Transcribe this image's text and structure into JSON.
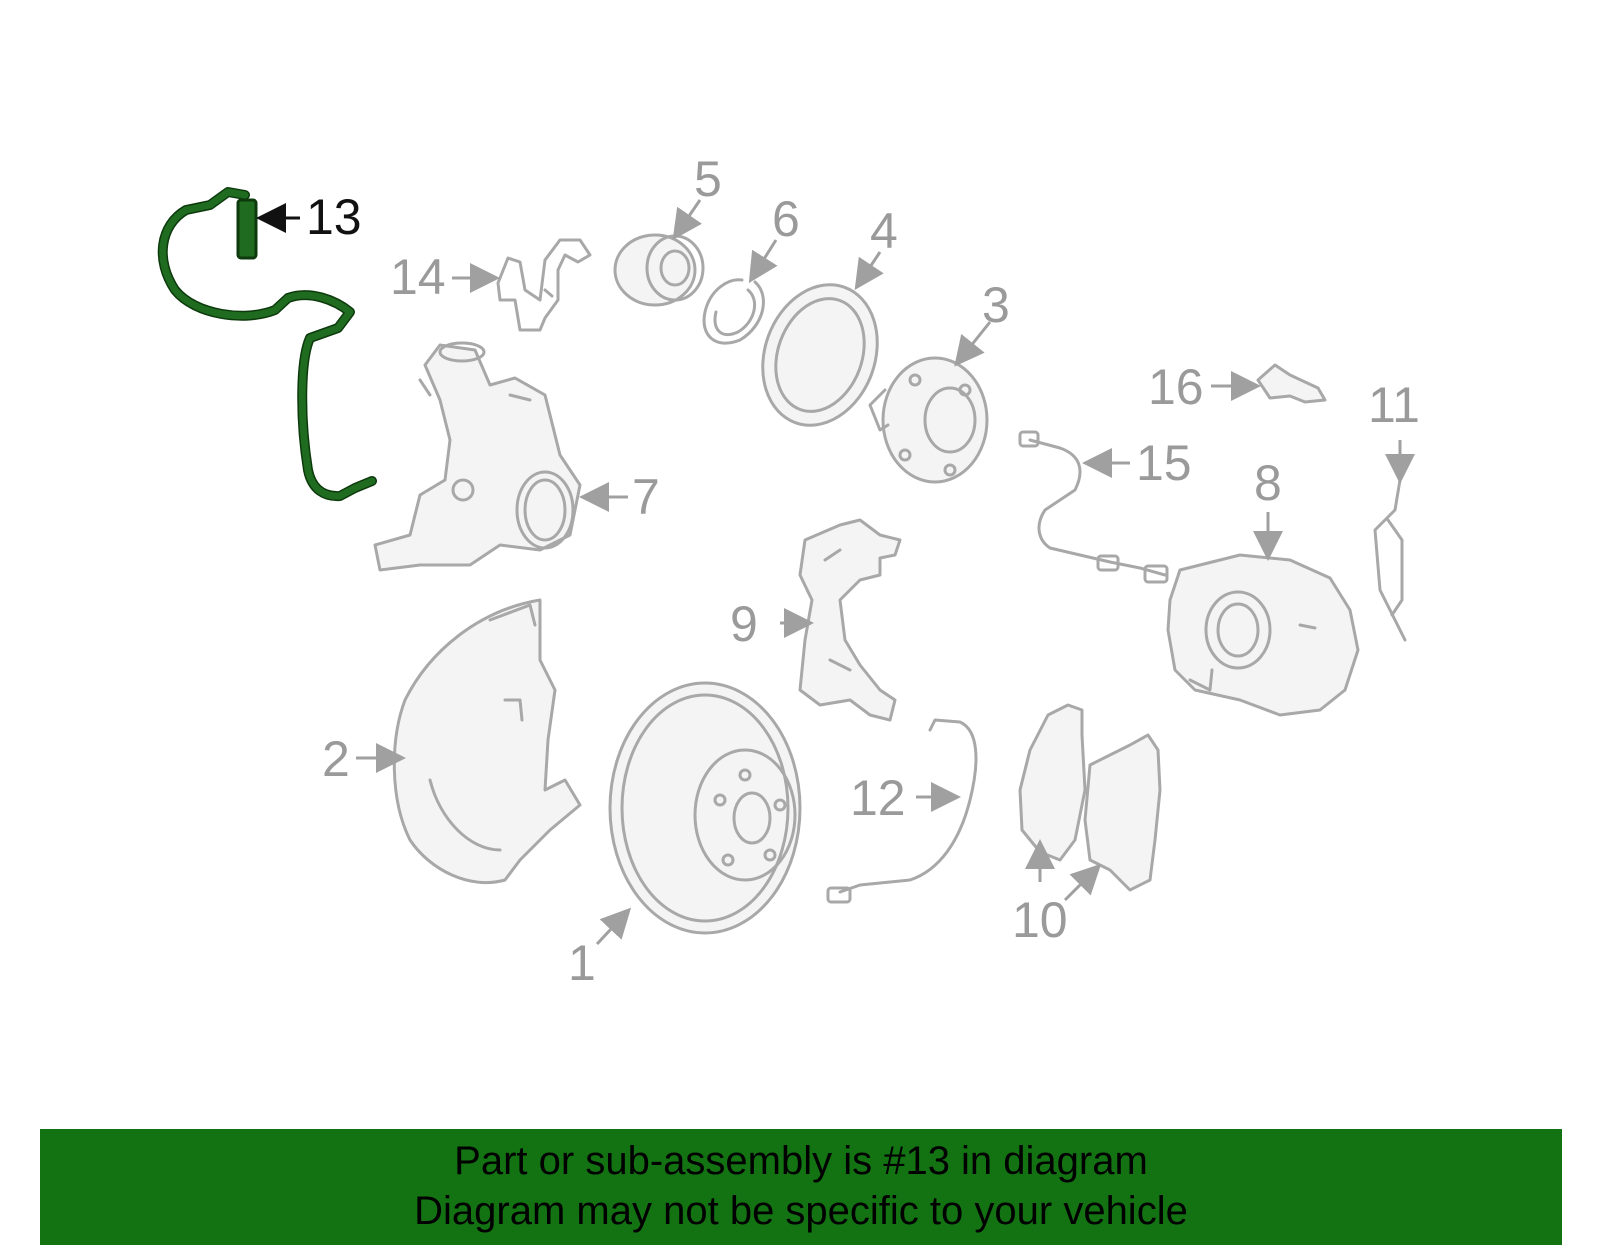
{
  "diagram": {
    "highlight_color": "#1f6b1f",
    "callouts": {
      "c1": "1",
      "c2": "2",
      "c3": "3",
      "c4": "4",
      "c5": "5",
      "c6": "6",
      "c7": "7",
      "c8": "8",
      "c9": "9",
      "c10": "10",
      "c11": "11",
      "c12": "12",
      "c13": "13",
      "c14": "14",
      "c15": "15",
      "c16": "16"
    }
  },
  "banner": {
    "background": "#137313",
    "line1": "Part or sub-assembly is #13 in diagram",
    "line2": "Diagram may not be specific to your vehicle"
  }
}
